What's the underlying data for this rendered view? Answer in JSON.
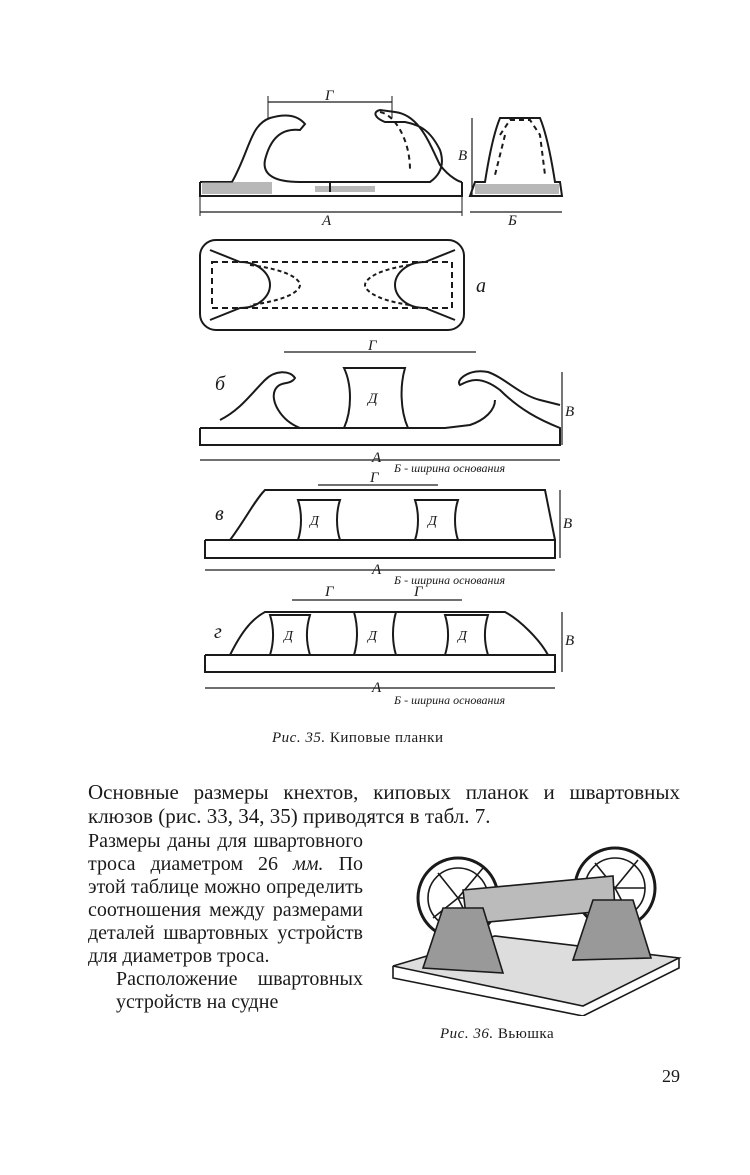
{
  "figure35": {
    "caption_prefix": "Рис. 35.",
    "caption_text": "Киповые планки",
    "labels": {
      "a": "А",
      "b": "Б",
      "v": "В",
      "g": "Г",
      "d": "Д",
      "sub_a": "а",
      "sub_b": "б",
      "sub_v": "в",
      "sub_g": "г",
      "base_width": "Б - ширина основания"
    }
  },
  "body_text": {
    "intro": "Основные размеры кнехтов, киповых планок и швартовных клюзов (рис. 33, 34, 35) приводятся в табл. 7.",
    "para_part1": "Размеры даны для швартовного троса диаметром 26",
    "para_unit": "мм.",
    "para_part2": "По этой таблице можно определить соотношения между размерами деталей швартовных устройств для диаметров троса.",
    "para2": "Расположение швартовных устройств на судне"
  },
  "figure36": {
    "caption_prefix": "Рис. 36.",
    "caption_text": "Вьюшка"
  },
  "page_number": "29"
}
